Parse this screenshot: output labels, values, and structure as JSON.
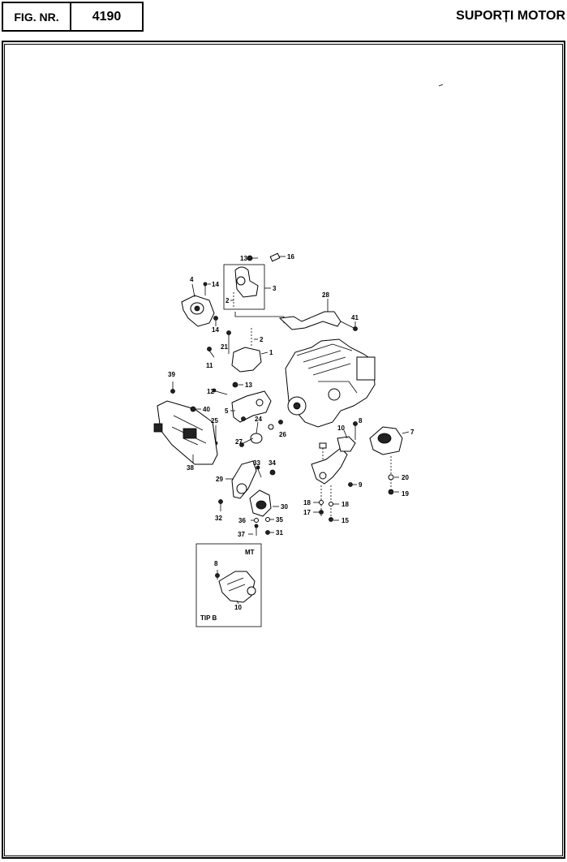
{
  "header": {
    "fig_label": "FIG. NR.",
    "fig_number": "4190",
    "title": "SUPORȚI MOTOR"
  },
  "diagram": {
    "callouts": {
      "c1": "1",
      "c2a": "2",
      "c2b": "2",
      "c3": "3",
      "c4": "4",
      "c5": "5",
      "c7": "7",
      "c8a": "8",
      "c8b": "8",
      "c9": "9",
      "c10a": "10",
      "c10b": "10",
      "c11": "11",
      "c12": "12",
      "c13a": "13",
      "c13b": "13",
      "c14a": "14",
      "c14b": "14",
      "c15": "15",
      "c16": "16",
      "c17": "17",
      "c18a": "18",
      "c18b": "18",
      "c19": "19",
      "c20": "20",
      "c21": "21",
      "c24": "24",
      "c25": "25",
      "c26": "26",
      "c27": "27",
      "c28": "28",
      "c29": "29",
      "c30": "30",
      "c31": "31",
      "c32": "32",
      "c33": "33",
      "c34": "34",
      "c35": "35",
      "c36": "36",
      "c37": "37",
      "c38": "38",
      "c39": "39",
      "c40": "40",
      "c41": "41"
    },
    "inset": {
      "variant_label": "MT",
      "type_label": "TIP B"
    }
  }
}
